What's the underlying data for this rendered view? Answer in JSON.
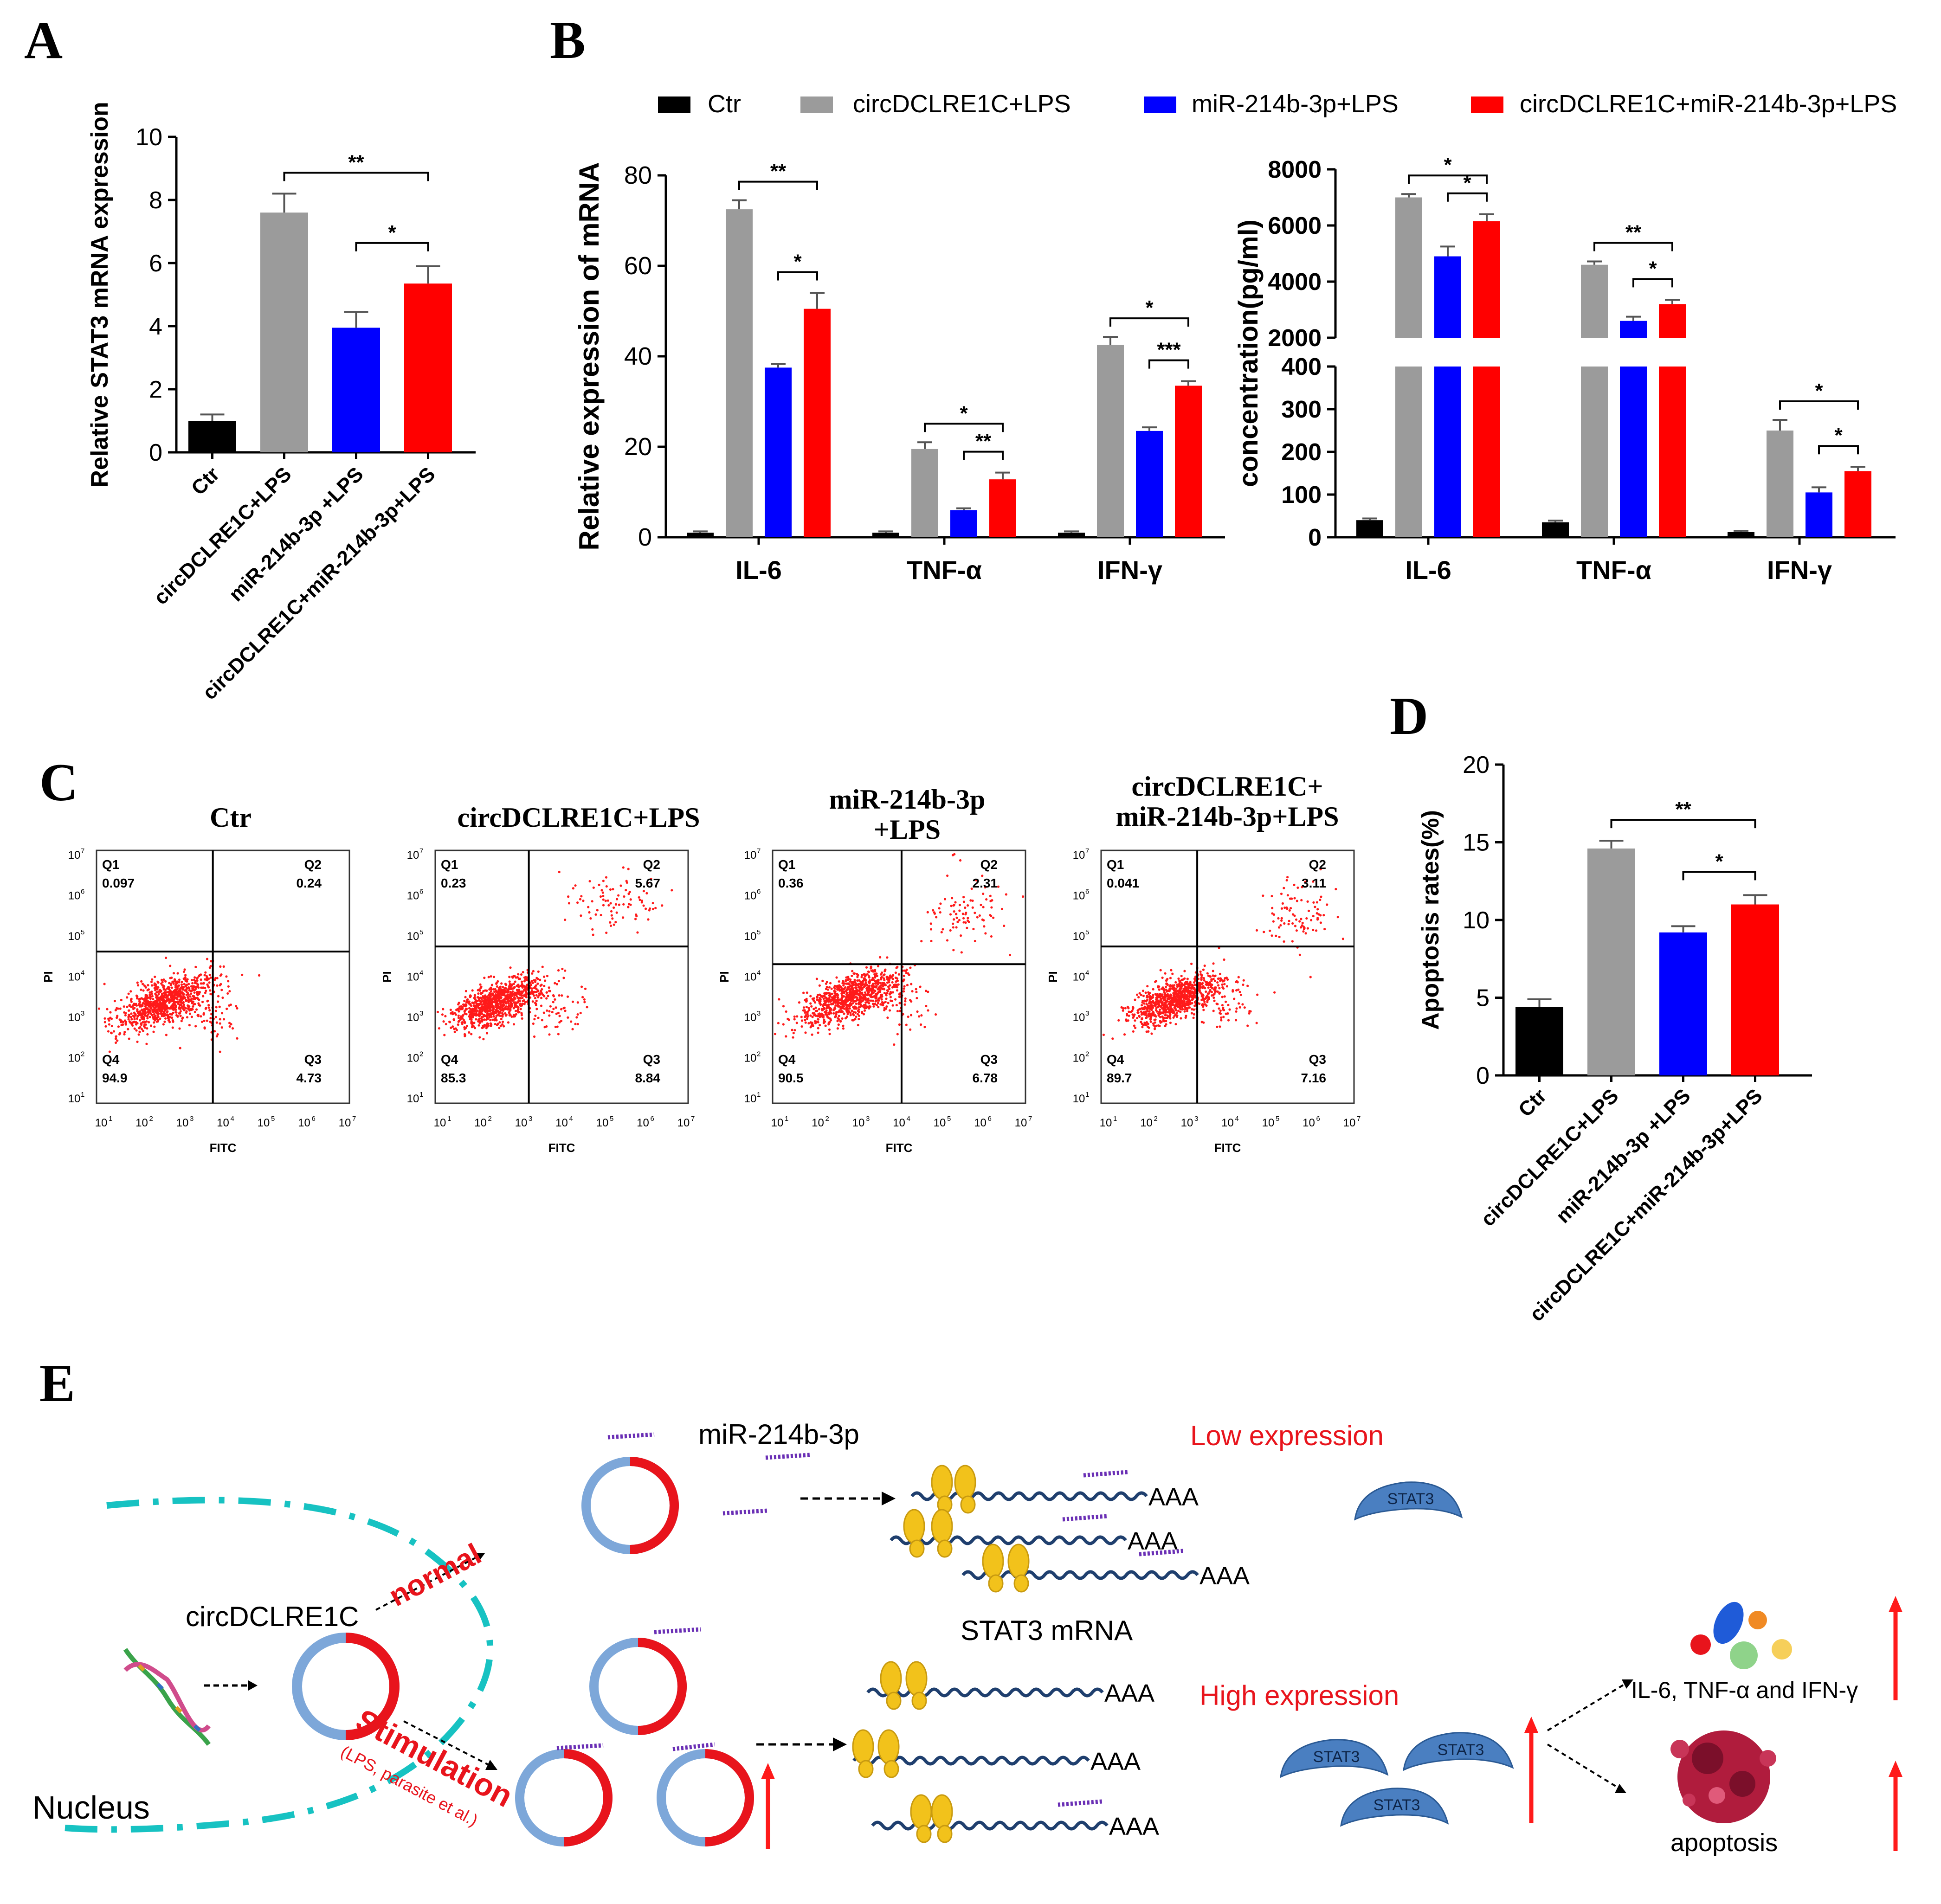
{
  "panel_labels": [
    "A",
    "B",
    "C",
    "D",
    "E"
  ],
  "legend": {
    "items": [
      {
        "label": "Ctr",
        "color": "#000000"
      },
      {
        "label": "circDCLRE1C+LPS",
        "color": "#9b9b9b"
      },
      {
        "label": "miR-214b-3p+LPS",
        "color": "#0000ff"
      },
      {
        "label": "circDCLRE1C+miR-214b-3p+LPS",
        "color": "#ff0000"
      }
    ]
  },
  "chart_data": [
    {
      "id": "A",
      "type": "bar",
      "ylabel": "Relative STAT3 mRNA expression",
      "ylim": [
        0,
        10
      ],
      "yticks": [
        "0",
        "2",
        "4",
        "6",
        "8",
        "10"
      ],
      "categories": [
        "Ctr",
        "circDCLRE1C+LPS",
        "miR-214b-3p +LPS",
        "circDCLRE1C+miR-214b-3p+LPS"
      ],
      "values": [
        1.0,
        7.6,
        3.95,
        5.35
      ],
      "errors": [
        0.2,
        0.6,
        0.5,
        0.55
      ],
      "colors": [
        "#000000",
        "#9b9b9b",
        "#0000ff",
        "#ff0000"
      ],
      "significance": [
        {
          "from": 1,
          "to": 3,
          "label": "**"
        },
        {
          "from": 2,
          "to": 3,
          "label": "*"
        }
      ]
    },
    {
      "id": "B1",
      "type": "bar",
      "ylabel": "Relative expression of mRNA",
      "ylim": [
        0,
        80
      ],
      "yticks": [
        "0",
        "20",
        "40",
        "60",
        "80"
      ],
      "categories": [
        "IL-6",
        "TNF-α",
        "IFN-γ"
      ],
      "series": [
        {
          "values": [
            1,
            1,
            1
          ],
          "errors": [
            0.3,
            0.3,
            0.3
          ]
        },
        {
          "values": [
            72.5,
            19.5,
            42.5
          ],
          "errors": [
            2.0,
            1.5,
            1.8
          ]
        },
        {
          "values": [
            37.5,
            6.0,
            23.5
          ],
          "errors": [
            0.8,
            0.4,
            0.8
          ]
        },
        {
          "values": [
            50.5,
            12.8,
            33.5
          ],
          "errors": [
            3.5,
            1.5,
            1.0
          ]
        }
      ],
      "significance": [
        {
          "group": 0,
          "from": 1,
          "to": 3,
          "label": "**"
        },
        {
          "group": 0,
          "from": 2,
          "to": 3,
          "label": "*"
        },
        {
          "group": 1,
          "from": 1,
          "to": 3,
          "label": "*"
        },
        {
          "group": 1,
          "from": 2,
          "to": 3,
          "label": "**"
        },
        {
          "group": 2,
          "from": 1,
          "to": 3,
          "label": "*"
        },
        {
          "group": 2,
          "from": 2,
          "to": 3,
          "label": "***"
        }
      ]
    },
    {
      "id": "B2",
      "type": "bar",
      "ylabel": "concentration(pg/ml)",
      "axis_break": {
        "lower_ylim": [
          0,
          400
        ],
        "upper_ylim": [
          2000,
          8000
        ]
      },
      "yticks_lower": [
        "0",
        "100",
        "200",
        "300",
        "400"
      ],
      "yticks_upper": [
        "2000",
        "4000",
        "6000",
        "8000"
      ],
      "categories": [
        "IL-6",
        "TNF-α",
        "IFN-γ"
      ],
      "series": [
        {
          "values": [
            40,
            35,
            12
          ],
          "errors": [
            4,
            4,
            3
          ]
        },
        {
          "values": [
            7000,
            4600,
            250
          ],
          "errors": [
            120,
            120,
            25
          ]
        },
        {
          "values": [
            4900,
            2600,
            105
          ],
          "errors": [
            350,
            150,
            12
          ]
        },
        {
          "values": [
            6150,
            3200,
            155
          ],
          "errors": [
            250,
            150,
            10
          ]
        }
      ],
      "significance": [
        {
          "group": 0,
          "from": 1,
          "to": 3,
          "label": "*"
        },
        {
          "group": 0,
          "from": 2,
          "to": 3,
          "label": "*"
        },
        {
          "group": 1,
          "from": 1,
          "to": 3,
          "label": "**"
        },
        {
          "group": 1,
          "from": 2,
          "to": 3,
          "label": "*"
        },
        {
          "group": 2,
          "from": 1,
          "to": 3,
          "label": "*"
        },
        {
          "group": 2,
          "from": 2,
          "to": 3,
          "label": "*"
        }
      ]
    },
    {
      "id": "C",
      "type": "scatter",
      "xlabel": "FITC",
      "ylabel": "PI",
      "tick_labels": [
        "10",
        "10",
        "10",
        "10",
        "10",
        "10",
        "10"
      ],
      "tick_exponents": [
        "1",
        "2",
        "3",
        "4",
        "5",
        "6",
        "7"
      ],
      "plots": [
        {
          "title": "Ctr",
          "q1": [
            "Q1",
            "0.097"
          ],
          "q2": [
            "Q2",
            "0.24"
          ],
          "q3": [
            "Q3",
            "4.73"
          ],
          "q4": [
            "Q4",
            "94.9"
          ]
        },
        {
          "title": "circDCLRE1C+LPS",
          "q1": [
            "Q1",
            "0.23"
          ],
          "q2": [
            "Q2",
            "5.67"
          ],
          "q3": [
            "Q3",
            "8.84"
          ],
          "q4": [
            "Q4",
            "85.3"
          ]
        },
        {
          "title": "miR-214b-3p\n+LPS",
          "q1": [
            "Q1",
            "0.36"
          ],
          "q2": [
            "Q2",
            "2.31"
          ],
          "q3": [
            "Q3",
            "6.78"
          ],
          "q4": [
            "Q4",
            "90.5"
          ]
        },
        {
          "title": "circDCLRE1C+\nmiR-214b-3p+LPS",
          "q1": [
            "Q1",
            "0.041"
          ],
          "q2": [
            "Q2",
            "3.11"
          ],
          "q3": [
            "Q3",
            "7.16"
          ],
          "q4": [
            "Q4",
            "89.7"
          ]
        }
      ]
    },
    {
      "id": "D",
      "type": "bar",
      "ylabel": "Apoptosis rates(%)",
      "ylim": [
        0,
        20
      ],
      "yticks": [
        "0",
        "5",
        "10",
        "15",
        "20"
      ],
      "categories": [
        "Ctr",
        "circDCLRE1C+LPS",
        "miR-214b-3p +LPS",
        "circDCLRE1C+miR-214b-3p+LPS"
      ],
      "values": [
        4.4,
        14.6,
        9.2,
        11.0
      ],
      "errors": [
        0.5,
        0.5,
        0.4,
        0.6
      ],
      "colors": [
        "#000000",
        "#9b9b9b",
        "#0000ff",
        "#ff0000"
      ],
      "significance": [
        {
          "from": 1,
          "to": 3,
          "label": "**"
        },
        {
          "from": 2,
          "to": 3,
          "label": "*"
        }
      ]
    }
  ],
  "diagram": {
    "mirna_label": "miR-214b-3p",
    "low_expression": "Low expression",
    "high_expression": "High expression",
    "circ_label": "circDCLRE1C",
    "normal": "normal",
    "stimulation": "Stimulation",
    "stimulation_detail": "(LPS, parasite et al.)",
    "stat3_mrna": "STAT3 mRNA",
    "poly_a": "AAA",
    "stat3": "STAT3",
    "cytokines": "IL-6, TNF-α and IFN-γ",
    "apoptosis": "apoptosis",
    "nucleus": "Nucleus",
    "colors": {
      "dashed_boundary": "#17c2c2",
      "arrow_up": "#ff1a1a",
      "ring_blue": "#7da7d9",
      "ring_red": "#e8141c",
      "ribosome": "#f2c21b",
      "mrna": "#1f3f6e",
      "protein": "#4a7fc1"
    }
  }
}
